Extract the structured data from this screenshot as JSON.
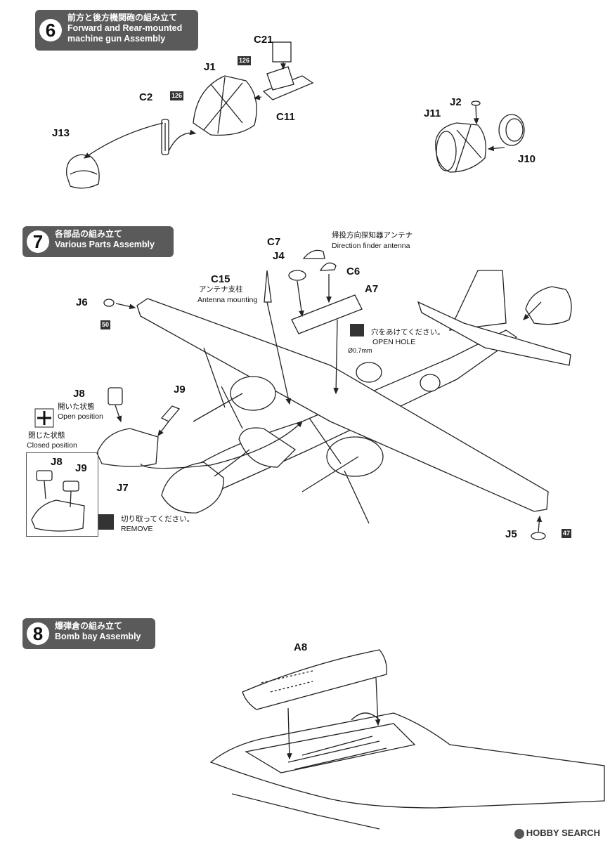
{
  "steps": [
    {
      "number": "6",
      "jp": "前方と後方機関砲の組み立て",
      "en1": "Forward and Rear-mounted",
      "en2": "machine gun Assembly"
    },
    {
      "number": "7",
      "jp": "各部品の組み立て",
      "en": "Various Parts Assembly"
    },
    {
      "number": "8",
      "jp": "爆弾倉の組み立て",
      "en": "Bomb bay Assembly"
    }
  ],
  "step6": {
    "parts": {
      "c21": "C21",
      "j1": "J1",
      "c2": "C2",
      "c11": "C11",
      "j13": "J13",
      "j2": "J2",
      "j11": "J11",
      "j10": "J10"
    },
    "badges": {
      "b1": "126",
      "b2": "126"
    }
  },
  "step7": {
    "parts": {
      "c7": "C7",
      "j4": "J4",
      "c6": "C6",
      "a7": "A7",
      "c15": "C15",
      "j6": "J6",
      "j8": "J8",
      "j9": "J9",
      "j7": "J7",
      "j8b": "J8",
      "j9b": "J9",
      "j5": "J5"
    },
    "badges": {
      "b50": "50",
      "b47": "47"
    },
    "notes": {
      "df_jp": "帰投方向探知器アンテナ",
      "df_en": "Direction finder antenna",
      "ant_jp": "アンテナ支柱",
      "ant_en": "Antenna mounting",
      "hole_jp": "穴をあけてください。",
      "hole_en": "OPEN HOLE",
      "hole_size": "Ø0.7mm",
      "open_jp": "開いた状態",
      "open_en": "Open position",
      "closed_jp": "閉じた状態",
      "closed_en": "Closed position",
      "remove_jp": "切り取ってください。",
      "remove_en": "REMOVE"
    }
  },
  "step8": {
    "parts": {
      "a8": "A8"
    }
  },
  "watermark": "HOBBY SEARCH"
}
